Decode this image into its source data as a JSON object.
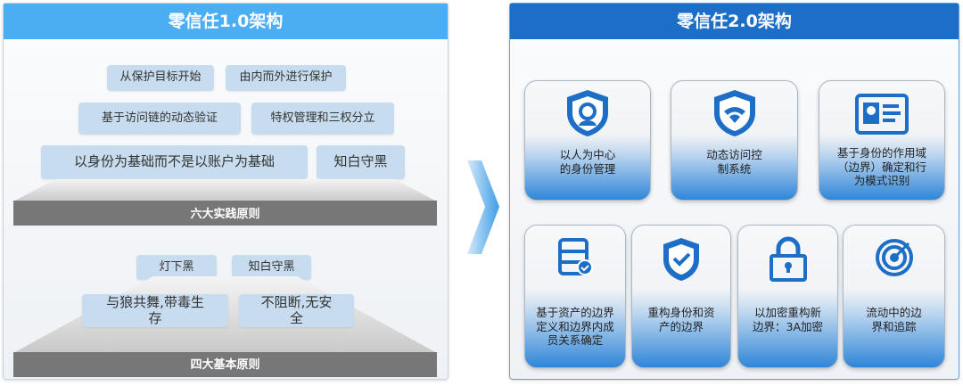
{
  "left": {
    "title": "零信任1.0架构",
    "practice_items": [
      "从保护目标开始",
      "由内而外进行保护",
      "基于访问链的动态验证",
      "特权管理和三权分立",
      "以身份为基础而不是以账户为基础",
      "知白守黑"
    ],
    "practice_label": "六大实践原则",
    "basic_items": [
      "灯下黑",
      "知白守黑",
      "与狼共舞,带毒生存",
      "不阻断,无安全"
    ],
    "basic_label": "四大基本原则"
  },
  "right": {
    "title": "零信任2.0架构",
    "cards": [
      {
        "icon": "shield-user-icon",
        "text": "以人为中心的身份管理"
      },
      {
        "icon": "shield-wifi-icon",
        "text": "动态访问控制系统"
      },
      {
        "icon": "id-card-icon",
        "text": "基于身份的作用域（边界）确定和行为模式识别"
      },
      {
        "icon": "server-check-icon",
        "text": "基于资产的边界定义和边界内成员关系确定"
      },
      {
        "icon": "shield-check-icon",
        "text": "重构身份和资产的边界"
      },
      {
        "icon": "lock-icon",
        "text": "以加密重构新边界：3A加密"
      },
      {
        "icon": "target-icon",
        "text": "流动中的边界和追踪"
      }
    ]
  },
  "colors": {
    "left_header": "#4badf2",
    "right_header": "#1c6ec6",
    "icon": "#1c6ec6"
  }
}
